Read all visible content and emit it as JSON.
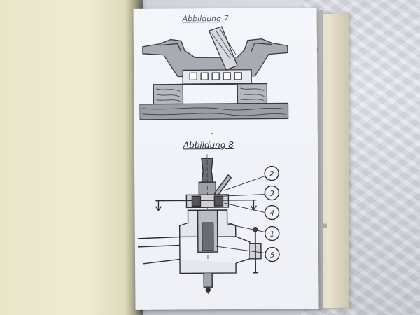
{
  "figure7": {
    "caption": "Abbildung 7"
  },
  "figure8": {
    "caption": "Abbildung 8",
    "callouts": [
      "2",
      "3",
      "4",
      "1",
      "5"
    ]
  },
  "colors": {
    "paper": "#f3f4f9",
    "ink": "#2c2c34",
    "cover": "#ecead0",
    "cloth": "#d1d4da"
  }
}
